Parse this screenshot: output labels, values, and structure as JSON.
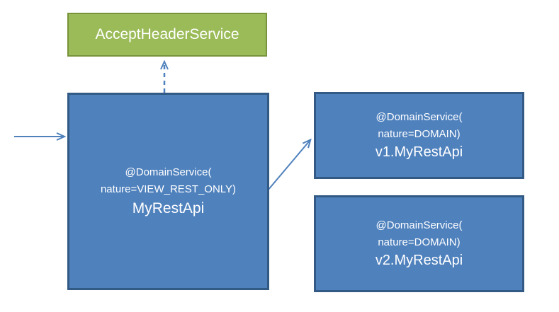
{
  "colors": {
    "blue_fill": "#4f81bd",
    "blue_border": "#325a84",
    "green_fill": "#9bbb59",
    "green_border": "#77933c",
    "connector": "#4f81bd",
    "text": "#ffffff",
    "background": "#ffffff"
  },
  "nodes": {
    "accept_header_service": {
      "label": "AcceptHeaderService"
    },
    "my_rest_api": {
      "annotation_line1": "@DomainService(",
      "annotation_line2": "nature=VIEW_REST_ONLY)",
      "label": "MyRestApi"
    },
    "v1_my_rest_api": {
      "annotation_line1": "@DomainService(",
      "annotation_line2": "nature=DOMAIN)",
      "label": "v1.MyRestApi"
    },
    "v2_my_rest_api": {
      "annotation_line1": "@DomainService(",
      "annotation_line2": "nature=DOMAIN)",
      "label": "v2.MyRestApi"
    }
  },
  "connectors": [
    {
      "name": "incoming-request",
      "from": "left-edge",
      "to": "my_rest_api",
      "style": "solid"
    },
    {
      "name": "myrestapi-to-acceptheaderservice",
      "from": "my_rest_api",
      "to": "accept_header_service",
      "style": "dashed"
    },
    {
      "name": "myrestapi-to-v1",
      "from": "my_rest_api",
      "to": "v1_my_rest_api",
      "style": "solid"
    }
  ]
}
